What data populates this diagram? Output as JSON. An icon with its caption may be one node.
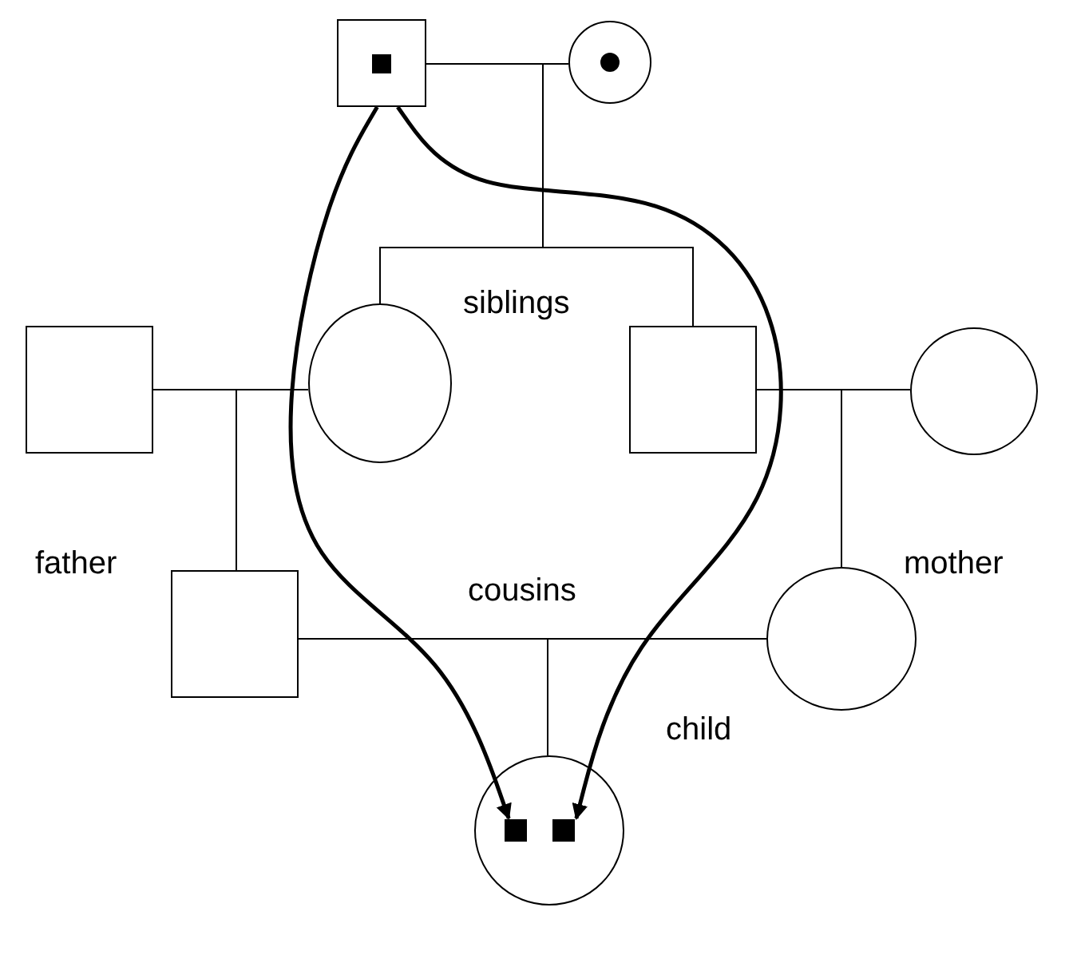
{
  "diagram": {
    "nodes": [
      {
        "text": [],
        "shape": "box"
      },
      {
        "text": [],
        "shape": "circle"
      },
      {
        "text": [],
        "shape": "box"
      },
      {
        "text": [],
        "shape": "circle"
      },
      {
        "text": [],
        "shape": "box"
      },
      {
        "text": [],
        "shape": "circle"
      },
      {
        "text": [],
        "shape": "box",
        "beside": [
          "father"
        ]
      },
      {
        "text": [],
        "shape": "circle",
        "beside": [
          "mother"
        ]
      },
      {
        "text": [],
        "shape": "circle",
        "beside": [
          "child"
        ]
      }
    ],
    "edges": [
      {
        "from": 0,
        "to": 3,
        "arrow": "none"
      },
      {
        "from": 1,
        "to": 3,
        "arrow": "none"
      },
      {
        "from": 0,
        "to": 4,
        "arrow": "none"
      },
      {
        "from": 1,
        "to": 4,
        "arrow": "none"
      },
      {
        "from": 2,
        "to": 6,
        "arrow": "none"
      },
      {
        "from": 3,
        "to": 6,
        "arrow": "none"
      },
      {
        "from": 4,
        "to": 7,
        "arrow": "none"
      },
      {
        "from": 5,
        "to": 7,
        "arrow": "none"
      },
      {
        "from": 6,
        "to": 8,
        "arrow": "none"
      },
      {
        "from": 7,
        "to": 8,
        "arrow": "none"
      },
      {
        "from": 0,
        "to": 8,
        "arrow": "to",
        "style": "thick"
      },
      {
        "from": 0,
        "to": 8,
        "arrow": "to",
        "style": "thick"
      }
    ],
    "labels": [
      "siblings",
      "cousins"
    ]
  }
}
